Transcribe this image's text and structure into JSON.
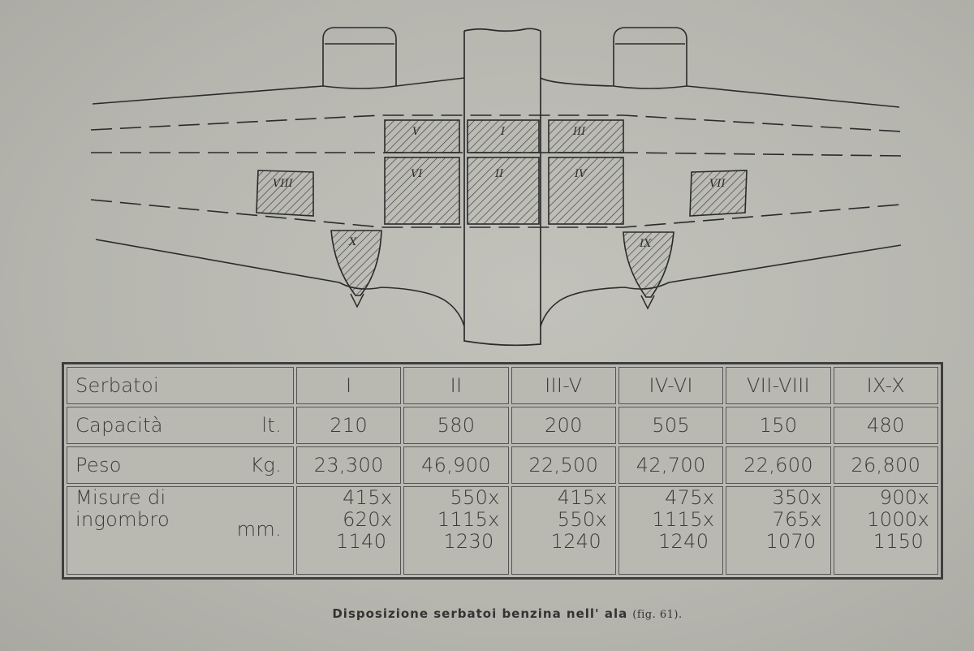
{
  "diagram": {
    "tank_labels": {
      "t1": "I",
      "t2": "II",
      "t3": "III",
      "t4": "IV",
      "t5": "V",
      "t6": "VI",
      "t7": "VII",
      "t8": "VIII",
      "t9": "IX",
      "t10": "X"
    }
  },
  "table": {
    "header": {
      "label": "Serbatoi",
      "cols": [
        "I",
        "II",
        "III-V",
        "IV-VI",
        "VII-VIII",
        "IX-X"
      ]
    },
    "capacita": {
      "label": "Capacità",
      "unit": "lt.",
      "values": [
        "210",
        "580",
        "200",
        "505",
        "150",
        "480"
      ]
    },
    "peso": {
      "label": "Peso",
      "unit": "Kg.",
      "values": [
        "23,300",
        "46,900",
        "22,500",
        "42,700",
        "22,600",
        "26,800"
      ]
    },
    "misure": {
      "label_line1": "Misure di",
      "label_line2": "ingombro",
      "unit": "mm.",
      "values": [
        [
          "415x",
          "620x",
          "1140"
        ],
        [
          "550x",
          "1115x",
          "1230"
        ],
        [
          "415x",
          "550x",
          "1240"
        ],
        [
          "475x",
          "1115x",
          "1240"
        ],
        [
          "350x",
          "765x",
          "1070"
        ],
        [
          "900x",
          "1000x",
          "1150"
        ]
      ]
    }
  },
  "caption": {
    "text": "Disposizione serbatoi benzina nell' ala",
    "ref": "(fig. 61)."
  }
}
